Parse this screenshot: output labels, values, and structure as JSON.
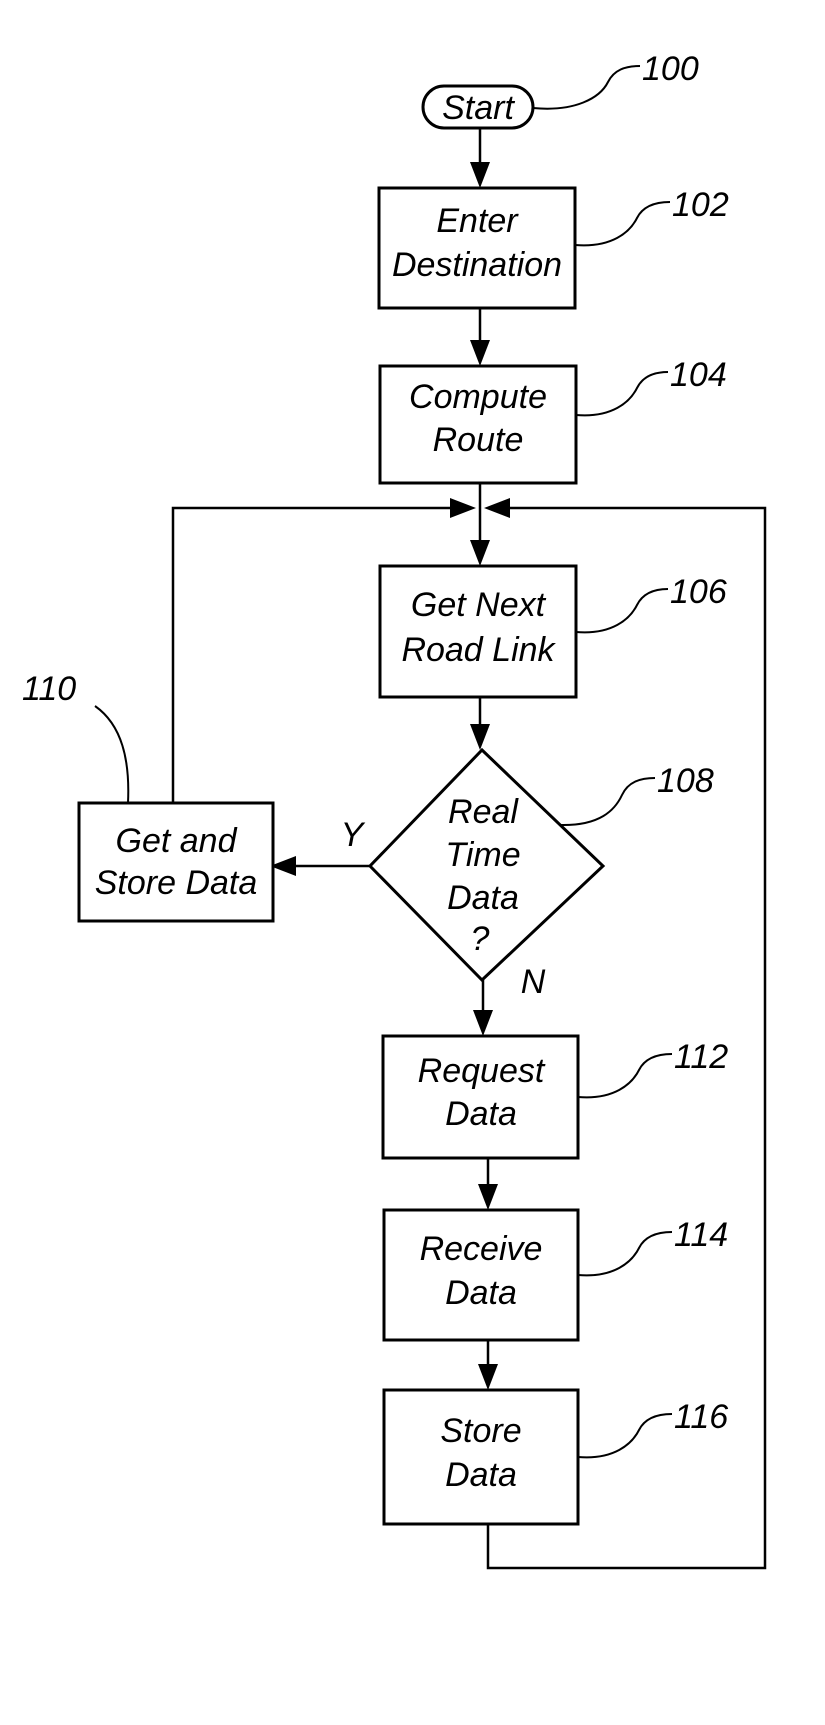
{
  "nodes": {
    "n100": {
      "ref": "100",
      "lines": [
        "Start"
      ]
    },
    "n102": {
      "ref": "102",
      "lines": [
        "Enter",
        "Destination"
      ]
    },
    "n104": {
      "ref": "104",
      "lines": [
        "Compute",
        "Route"
      ]
    },
    "n106": {
      "ref": "106",
      "lines": [
        "Get Next",
        "Road Link"
      ]
    },
    "n108": {
      "ref": "108",
      "lines": [
        "Real",
        "Time",
        "Data",
        "?"
      ]
    },
    "n110": {
      "ref": "110",
      "lines": [
        "Get and",
        "Store Data"
      ]
    },
    "n112": {
      "ref": "112",
      "lines": [
        "Request",
        "Data"
      ]
    },
    "n114": {
      "ref": "114",
      "lines": [
        "Receive",
        "Data"
      ]
    },
    "n116": {
      "ref": "116",
      "lines": [
        "Store",
        "Data"
      ]
    }
  },
  "edges": {
    "yes_label": "Y",
    "no_label": "N"
  }
}
